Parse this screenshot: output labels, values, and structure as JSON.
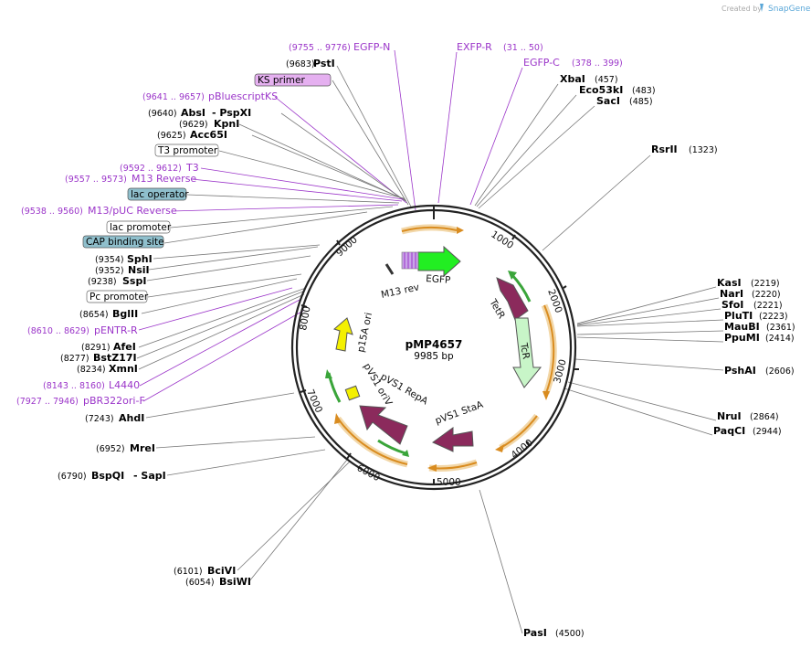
{
  "watermark": {
    "text": "Created by",
    "brand": "SnapGene"
  },
  "plasmid": {
    "name": "pMP4657",
    "size": "9985 bp"
  },
  "ticks": [
    "1000",
    "2000",
    "3000",
    "4000",
    "5000",
    "6000",
    "7000",
    "8000",
    "9000"
  ],
  "left_labels": [
    {
      "pos": "(9755 .. 9776)",
      "name": "EGFP-N",
      "kind": "feature"
    },
    {
      "pos": "(9683)",
      "name": "PstI",
      "kind": "enzyme"
    },
    {
      "name": "KS primer",
      "kind": "primer"
    },
    {
      "pos": "(9641 .. 9657)",
      "name": "pBluescriptKS",
      "kind": "feature"
    },
    {
      "pos": "(9640)",
      "name": "AbsI",
      "extra": "- PspXI",
      "kind": "enzyme"
    },
    {
      "pos": "(9629)",
      "name": "KpnI",
      "kind": "enzyme"
    },
    {
      "pos": "(9625)",
      "name": "Acc65I",
      "kind": "enzyme"
    },
    {
      "name": "T3 promoter",
      "kind": "promoter"
    },
    {
      "pos": "(9592 .. 9612)",
      "name": "T3",
      "kind": "feature"
    },
    {
      "pos": "(9557 .. 9573)",
      "name": "M13 Reverse",
      "kind": "feature"
    },
    {
      "name": "lac operator",
      "kind": "operator"
    },
    {
      "pos": "(9538 .. 9560)",
      "name": "M13/pUC Reverse",
      "kind": "feature"
    },
    {
      "name": "lac promoter",
      "kind": "promoter"
    },
    {
      "name": "CAP binding site",
      "kind": "operator"
    },
    {
      "pos": "(9354)",
      "name": "SphI",
      "kind": "enzyme"
    },
    {
      "pos": "(9352)",
      "name": "NsiI",
      "kind": "enzyme"
    },
    {
      "pos": "(9238)",
      "name": "SspI",
      "kind": "enzyme"
    },
    {
      "name": "Pc promoter",
      "kind": "promoter"
    },
    {
      "pos": "(8654)",
      "name": "BglII",
      "kind": "enzyme"
    },
    {
      "pos": "(8610 .. 8629)",
      "name": "pENTR-R",
      "kind": "feature"
    },
    {
      "pos": "(8291)",
      "name": "AfeI",
      "kind": "enzyme"
    },
    {
      "pos": "(8277)",
      "name": "BstZ17I",
      "kind": "enzyme"
    },
    {
      "pos": "(8234)",
      "name": "XmnI",
      "kind": "enzyme"
    },
    {
      "pos": "(8143 .. 8160)",
      "name": "L4440",
      "kind": "feature"
    },
    {
      "pos": "(7927 .. 7946)",
      "name": "pBR322ori-F",
      "kind": "feature"
    },
    {
      "pos": "(7243)",
      "name": "AhdI",
      "kind": "enzyme"
    },
    {
      "pos": "(6952)",
      "name": "MreI",
      "kind": "enzyme"
    },
    {
      "pos": "(6790)",
      "name": "BspQI",
      "extra": "- SapI",
      "kind": "enzyme"
    },
    {
      "pos": "(6101)",
      "name": "BciVI",
      "kind": "enzyme"
    },
    {
      "pos": "(6054)",
      "name": "BsiWI",
      "kind": "enzyme"
    }
  ],
  "right_labels": [
    {
      "name": "EXFP-R",
      "kind": "feature"
    },
    {
      "name": "EGFP-C",
      "pos": "(378 .. 399)",
      "kind": "feature"
    },
    {
      "name": "XbaI",
      "pos": "(457)",
      "kind": "enzyme"
    },
    {
      "name": "Eco53kI",
      "pos": "(483)",
      "kind": "enzyme"
    },
    {
      "name": "SacI",
      "pos": "(485)",
      "kind": "enzyme"
    },
    {
      "name": "RsrII",
      "pos": "(1323)",
      "kind": "enzyme"
    },
    {
      "name": "KasI",
      "pos": "(2219)",
      "kind": "enzyme"
    },
    {
      "name": "NarI",
      "pos": "(2220)",
      "kind": "enzyme"
    },
    {
      "name": "SfoI",
      "pos": "(2221)",
      "kind": "enzyme"
    },
    {
      "name": "PluTI",
      "pos": "(2223)",
      "kind": "enzyme"
    },
    {
      "name": "MauBI",
      "pos": "(2361)",
      "kind": "enzyme"
    },
    {
      "name": "PpuMI",
      "pos": "(2414)",
      "kind": "enzyme"
    },
    {
      "name": "PshAI",
      "pos": "(2606)",
      "kind": "enzyme"
    },
    {
      "name": "NruI",
      "pos": "(2864)",
      "kind": "enzyme"
    },
    {
      "name": "PaqCI",
      "pos": "(2944)",
      "kind": "enzyme"
    },
    {
      "name": "PasI",
      "pos": "(4500)",
      "kind": "enzyme"
    }
  ],
  "exfp_r_pos": "(31 .. 50)",
  "inner_features": {
    "egfp": "EGFP",
    "m13rev": "M13 rev",
    "tetr1": "TetR",
    "tetr2": "TcR",
    "p15a": "p15A ori",
    "stab": "pVS1 StaA",
    "rep": "pVS1 RepA",
    "oriv": "pVS1 oriV"
  },
  "colors": {
    "feature": "#9b35c9",
    "backbone": "#222222",
    "egfp": "#22ee22",
    "tetr": "#8b2a5c",
    "tcr": "#c8f5c8",
    "ori": "#f4f000",
    "orange": "#e8a030"
  }
}
